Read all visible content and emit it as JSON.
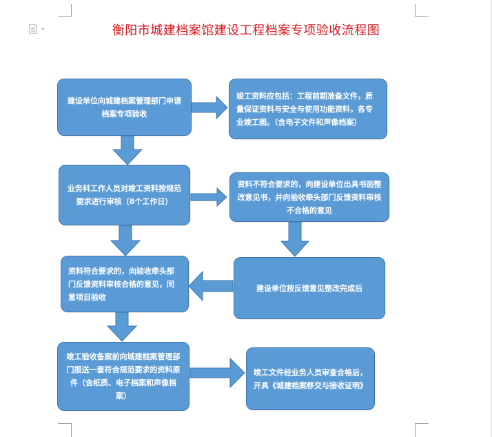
{
  "title": "衡阳市城建档案馆建设工程档案专项验收流程图",
  "flow": {
    "box_apply": "建设单位向城建档案管理部门申请档案专项验收",
    "box_materials": "竣工资料应包括：工程前期准备文件，质量保证资料与安全与使用功能资料，各专业竣工图。（含电子文件和声像档案）",
    "box_review": "业务科工作人员对竣工资料按规范要求进行审核（8个工作日）",
    "box_fail": "资料不符合要求的，向建设单位出具书面整改意见书，并向验收牵头部门反馈资料审核不合格的意见",
    "box_pass": "资料符合要求的，向验收牵头部门反馈资料审核合格的意见，同意项目验收",
    "box_rectify": "建设单位按反馈意见整改完成后",
    "box_submit": "竣工验收备案前向城建档案管理部门报送一套符合规范要求的资料原件（含纸质、电子档案和声像档案）",
    "box_certificate": "竣工文件经业务人员审查合格后，开具《城建档案移交与接收证明》"
  },
  "colors": {
    "box_fill": "#5b9bd5",
    "box_border": "#3f75a8",
    "title": "#d9141e"
  }
}
